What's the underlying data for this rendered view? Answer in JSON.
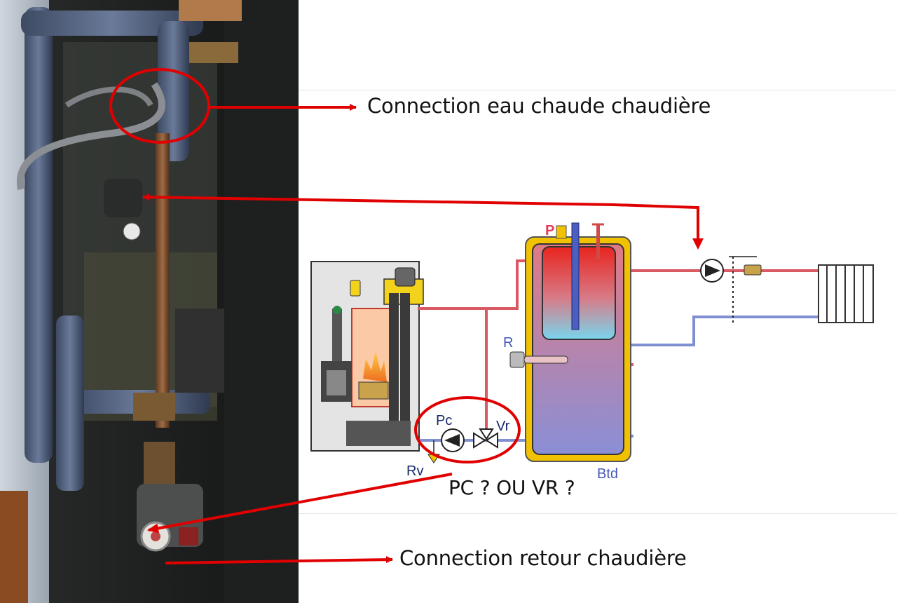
{
  "annotations": {
    "hot_water": "Connection eau chaude chaudière",
    "return": "Connection retour chaudière",
    "question": "PC ? OU VR ?"
  },
  "schematic_labels": {
    "p": "P",
    "r": "R",
    "pc": "Pc",
    "vr": "Vr",
    "rv": "Rv",
    "btd": "Btd"
  },
  "colors": {
    "annotation_red": "#e00000",
    "hot_pipe": "#d95a63",
    "return_pipe": "#7f8fd0",
    "tank_outline": "#f2c200"
  }
}
